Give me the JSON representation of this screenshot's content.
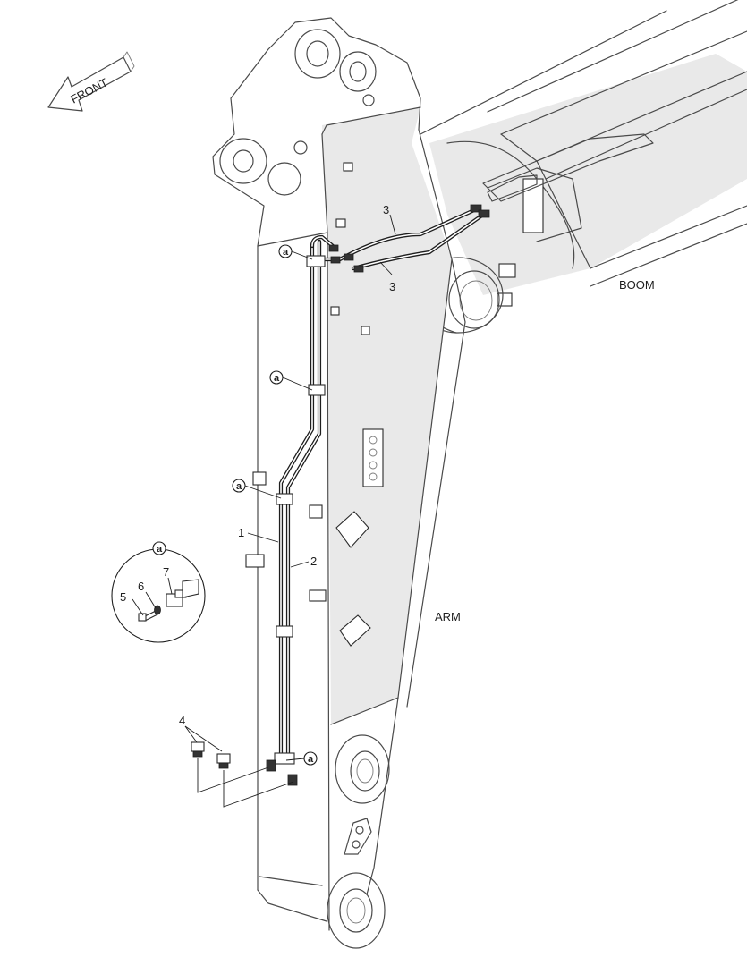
{
  "direction_arrow": {
    "label": "FRONT"
  },
  "components": {
    "boom_label": "BOOM",
    "arm_label": "ARM"
  },
  "part_numbers": {
    "p1": "1",
    "p2": "2",
    "p3_upper": "3",
    "p3_lower": "3",
    "p4": "4",
    "p5": "5",
    "p6": "6",
    "p7": "7"
  },
  "callouts": {
    "a1": "a",
    "a2": "a",
    "a3": "a",
    "a4": "a",
    "detail": "a"
  }
}
